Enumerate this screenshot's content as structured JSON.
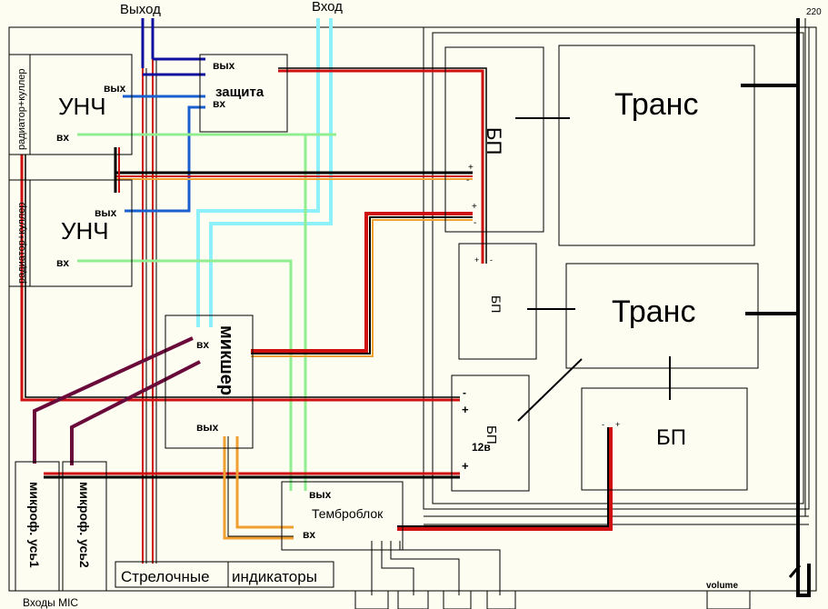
{
  "labels": {
    "output_top": "Выход",
    "input_top": "Вход",
    "mains": "220",
    "amp1": "УНЧ",
    "amp2": "УНЧ",
    "radiator1": "радиатор+куллер",
    "radiator2": "радиатор+куллер",
    "out": "вых",
    "in": "вх",
    "protection": "защита",
    "psu": "БП",
    "psu12": "12в",
    "trans": "Транс",
    "mixer": "микшер",
    "mic_amp1": "микроф. усь1",
    "mic_amp2": "микроф. усь2",
    "tone_block": "Темброблок",
    "meters_1": "Стрелочные",
    "meters_2": "индикаторы",
    "volume": "volume",
    "mic_inputs": "Входы MIC",
    "plus": "+",
    "minus": "-"
  },
  "colors": {
    "background": "#fdfdf2",
    "red": "#d01010",
    "blue": "#1a5fd0",
    "dark_blue": "#1010a0",
    "light_blue": "#8ef0f8",
    "green": "#90ee90",
    "orange": "#f0a030",
    "maroon": "#6a0a3a",
    "black": "#000000"
  }
}
